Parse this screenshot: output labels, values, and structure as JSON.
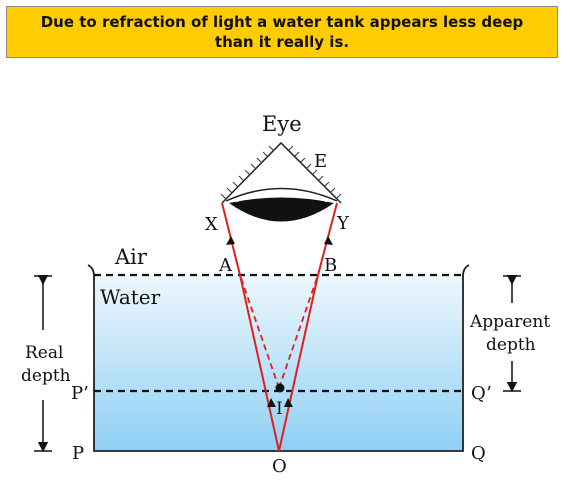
{
  "title": {
    "line1": "Due to refraction of light a water tank appears less deep",
    "line2": "than it really is."
  },
  "labels": {
    "eye": "Eye",
    "e": "E",
    "x": "X",
    "y": "Y",
    "air": "Air",
    "water": "Water",
    "a": "A",
    "b": "B",
    "real_depth_1": "Real",
    "real_depth_2": "depth",
    "apparent_depth_1": "Apparent",
    "apparent_depth_2": "depth",
    "p_prime": "P’",
    "q_prime": "Q’",
    "i": "I",
    "p": "P",
    "q": "Q",
    "o": "O"
  },
  "colors": {
    "banner": "#ffcc00",
    "ray": "#e0201c",
    "water_top": "#e8f4fd",
    "water_bottom": "#8fd0f5"
  }
}
